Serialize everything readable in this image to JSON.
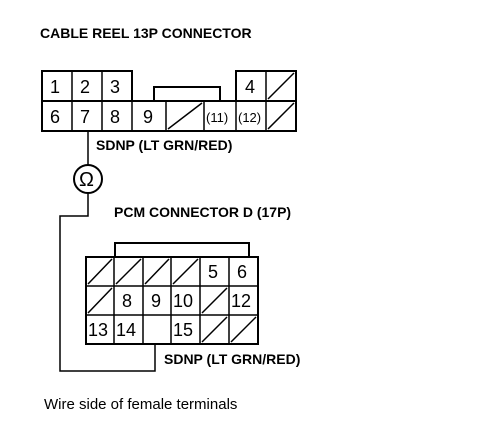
{
  "title": "CABLE REEL 13P CONNECTOR",
  "connector_a": {
    "pins": [
      "1",
      "2",
      "3",
      "4",
      "6",
      "7",
      "8",
      "9",
      "(11)",
      "(12)"
    ],
    "wire_label": "SDNP (LT GRN/RED)"
  },
  "ohmmeter_symbol": "Ω",
  "connector_b": {
    "title": "PCM CONNECTOR D (17P)",
    "pins": [
      "5",
      "6",
      "8",
      "9",
      "10",
      "12",
      "13",
      "14",
      "15"
    ],
    "wire_label": "SDNP (LT GRN/RED)"
  },
  "caption": "Wire side of female terminals"
}
